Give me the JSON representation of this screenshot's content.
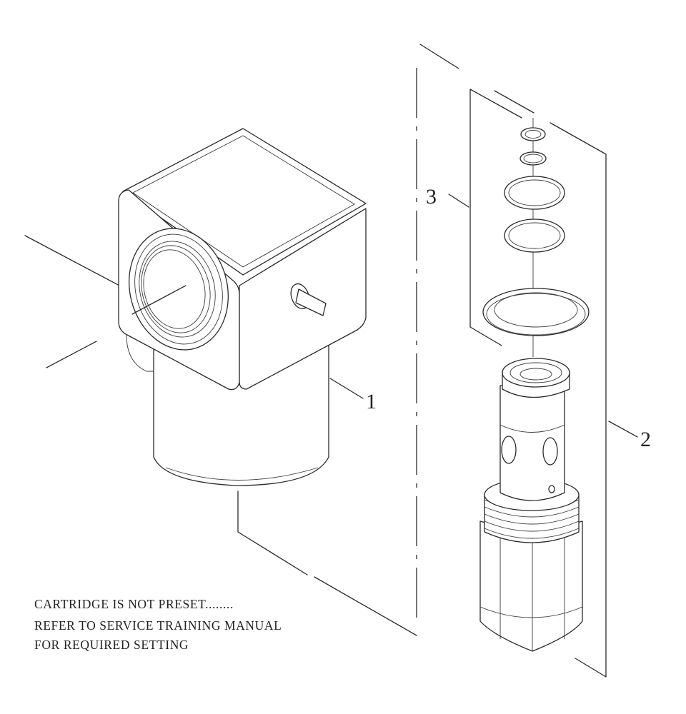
{
  "callouts": {
    "housing": "1",
    "cartridge": "2",
    "seal_kit": "3"
  },
  "note": {
    "line1": "CARTRIDGE IS NOT PRESET........",
    "line2": "REFER TO SERVICE TRAINING MANUAL",
    "line3": "FOR REQUIRED SETTING"
  }
}
